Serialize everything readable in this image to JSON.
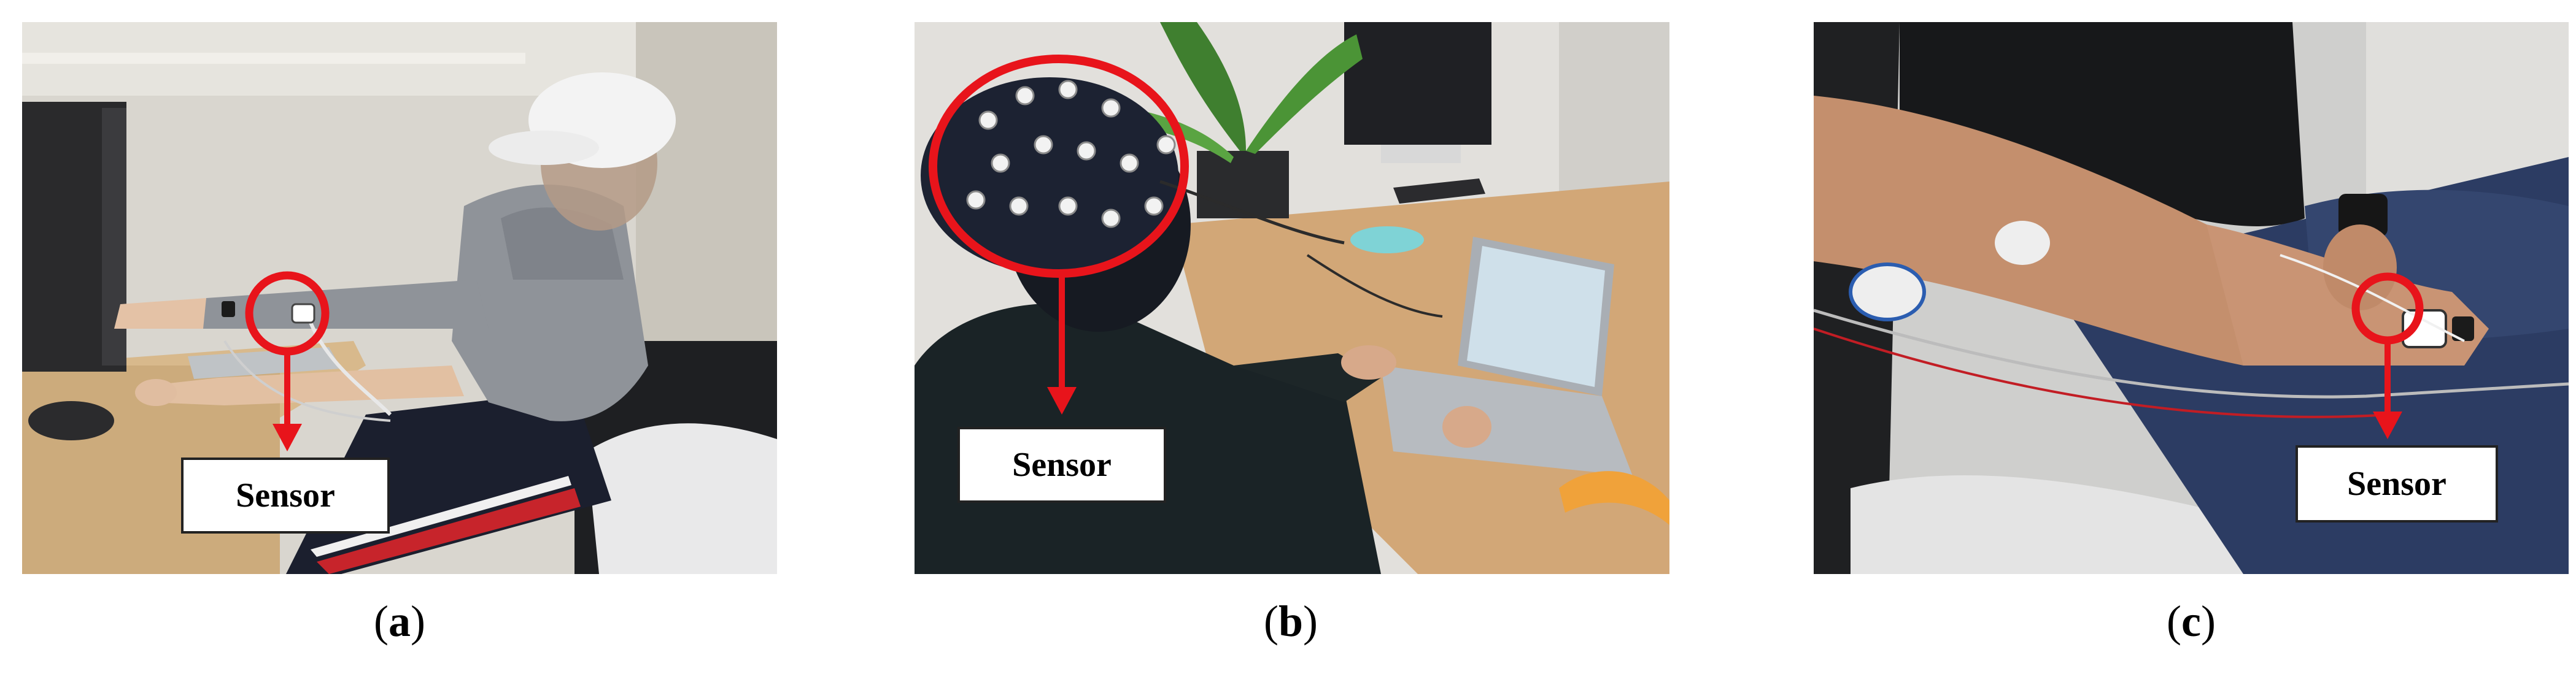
{
  "panels": [
    {
      "id": "a",
      "sensor_label": "Sensor",
      "caption_open": "(",
      "caption_letter": "a",
      "caption_close": ")"
    },
    {
      "id": "b",
      "sensor_label": "Sensor",
      "caption_open": "(",
      "caption_letter": "b",
      "caption_close": ")"
    },
    {
      "id": "c",
      "sensor_label": "Sensor",
      "caption_open": "(",
      "caption_letter": "c",
      "caption_close": ")"
    }
  ],
  "colors": {
    "highlight": "#e8141b",
    "label_border": "#222222",
    "background": "#ffffff"
  }
}
